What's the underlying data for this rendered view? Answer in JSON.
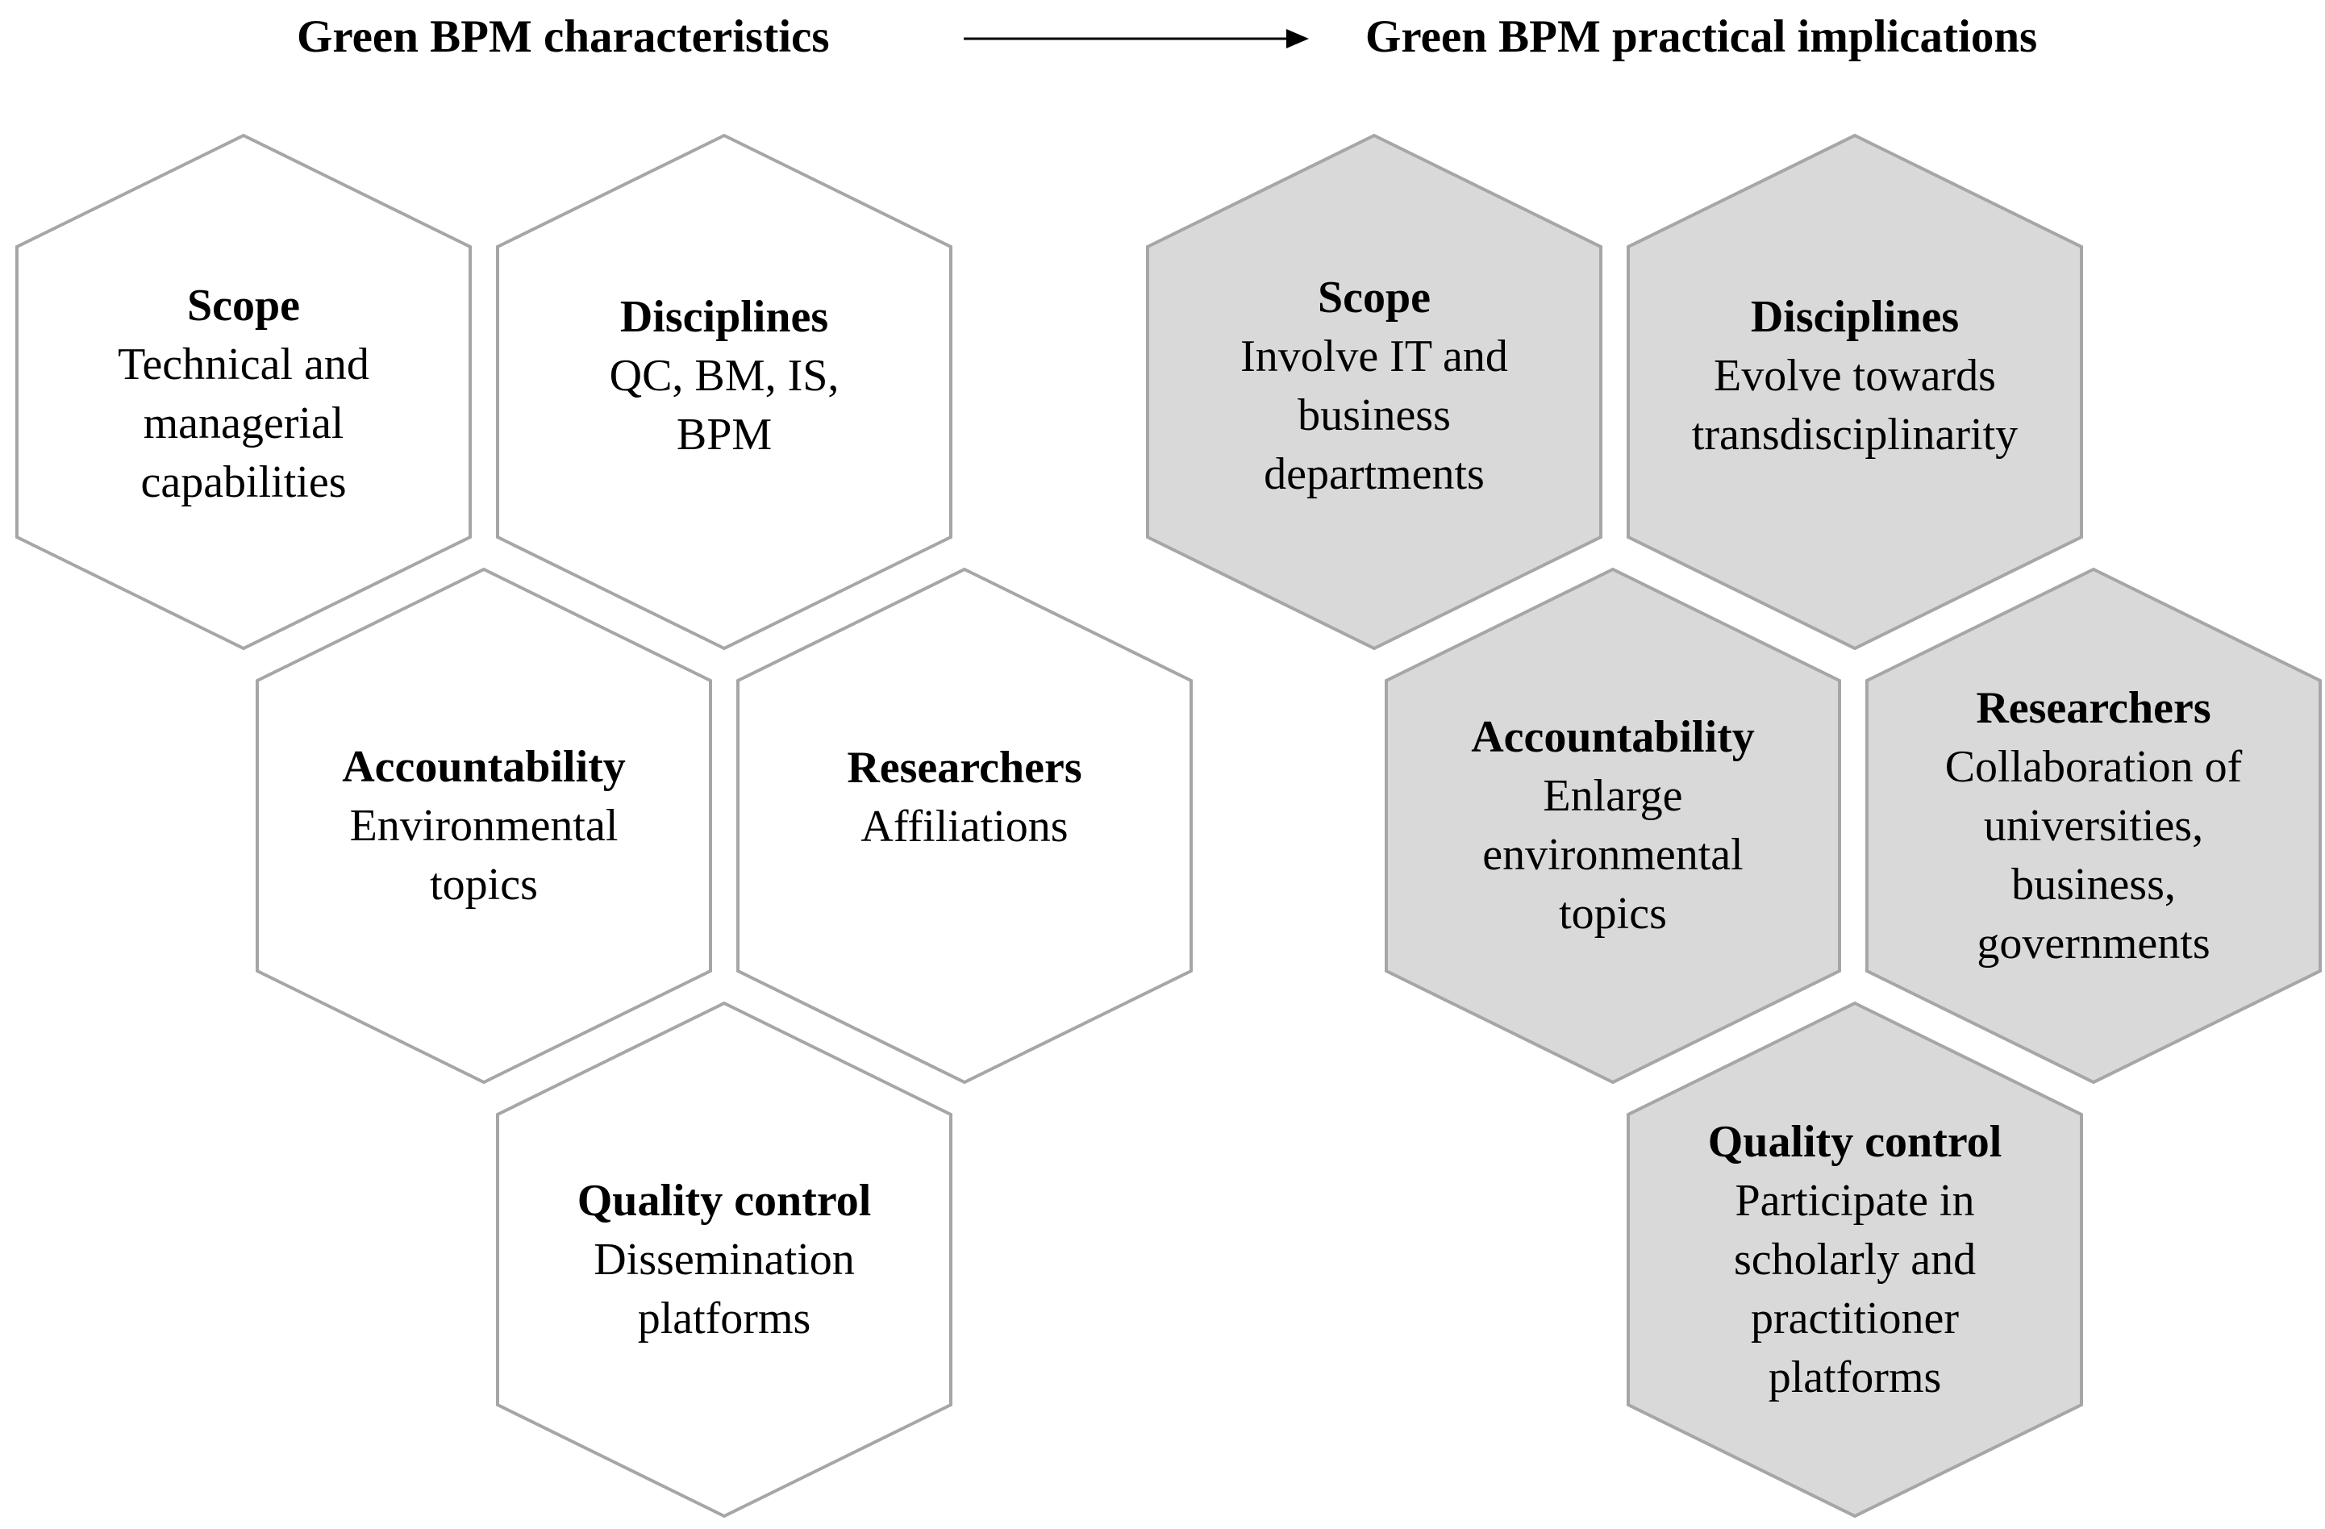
{
  "header": {
    "left_title": "Green BPM characteristics",
    "right_title": "Green BPM practical implications"
  },
  "colors": {
    "left_fill": "#ffffff",
    "right_fill": "#d9d9d9",
    "stroke": "#a6a6a6"
  },
  "characteristics": [
    {
      "title": "Scope",
      "text": "Technical and\nmanagerial\ncapabilities"
    },
    {
      "title": "Disciplines",
      "text": "QC, BM, IS,\nBPM"
    },
    {
      "title": "Accountability",
      "text": "Environmental\ntopics"
    },
    {
      "title": "Researchers",
      "text": "Affiliations"
    },
    {
      "title": "Quality control",
      "text": "Dissemination\nplatforms"
    }
  ],
  "implications": [
    {
      "title": "Scope",
      "text": "Involve IT and\nbusiness\ndepartments"
    },
    {
      "title": "Disciplines",
      "text": "Evolve towards\ntransdisciplinarity"
    },
    {
      "title": "Accountability",
      "text": "Enlarge\nenvironmental\ntopics"
    },
    {
      "title": "Researchers",
      "text": "Collaboration of\nuniversities,\nbusiness,\ngovernments"
    },
    {
      "title": "Quality control",
      "text": "Participate in\nscholarly and\npractitioner\nplatforms"
    }
  ]
}
